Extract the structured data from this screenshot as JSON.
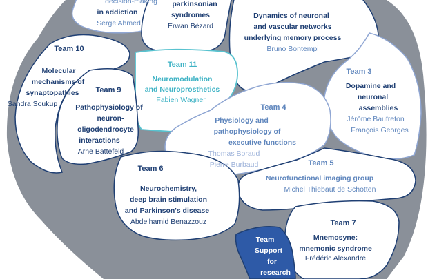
{
  "colors": {
    "gap": "#8a9099",
    "lobe_fill": "#ffffff",
    "dark_outline": "#1f3f73",
    "light_outline": "#8fa6d3",
    "cyan_outline": "#58c2cf",
    "support_fill": "#2e5aa7",
    "title_text": "#1f3f73",
    "name_text": "#5f86bd"
  },
  "teams": {
    "addiction": {
      "title": "decision-making",
      "subtitle": "in addiction",
      "person": "Serge Ahmed"
    },
    "parkinsonian": {
      "title": "parkinsonian",
      "subtitle": "syndromes",
      "person": "Erwan Bézard"
    },
    "memory": {
      "line1": "Dynamics of neuronal",
      "line2": "and vascular networks",
      "line3": "underlying memory process",
      "person": "Bruno Bontempi"
    },
    "team10": {
      "team": "Team 10",
      "line1": "Molecular",
      "line2": "mechanisms of",
      "line3": "synaptopathies",
      "person": "Sandra Soukup"
    },
    "team11": {
      "team": "Team 11",
      "line1": "Neuromodulation",
      "line2": "and Neuroprosthetics",
      "person": "Fabien Wagner"
    },
    "team3": {
      "team": "Team 3",
      "line1": "Dopamine and",
      "line2": "neuronal",
      "line3": "assemblies",
      "person1": "Jérôme Baufreton",
      "person2": "François Georges"
    },
    "team9": {
      "team": "Team 9",
      "line1": "Pathophysiology of",
      "line2": "neuron-",
      "line3": "oligodendrocyte",
      "line4": "interactions",
      "person": "Arne Battefeld"
    },
    "team4": {
      "team": "Team 4",
      "line1": "Physiology and",
      "line2": "pathophysiology of",
      "line3": "executive functions",
      "person1": "Thomas Boraud",
      "person2": "Pierre Burbaud"
    },
    "team5": {
      "team": "Team 5",
      "line1": "Neurofunctional imaging group",
      "person": "Michel Thiebaut de Schotten"
    },
    "team6": {
      "team": "Team 6",
      "line1": "Neurochemistry,",
      "line2": "deep brain stimulation",
      "line3": "and Parkinson's disease",
      "person": "Abdelhamid Benazzouz"
    },
    "team7": {
      "team": "Team 7",
      "line1": "Mnemosyne:",
      "line2": "mnemonic syndrome",
      "person": "Frédéric Alexandre"
    },
    "support": {
      "line1": "Team",
      "line2": "Support",
      "line3": "for",
      "line4": "research"
    }
  }
}
